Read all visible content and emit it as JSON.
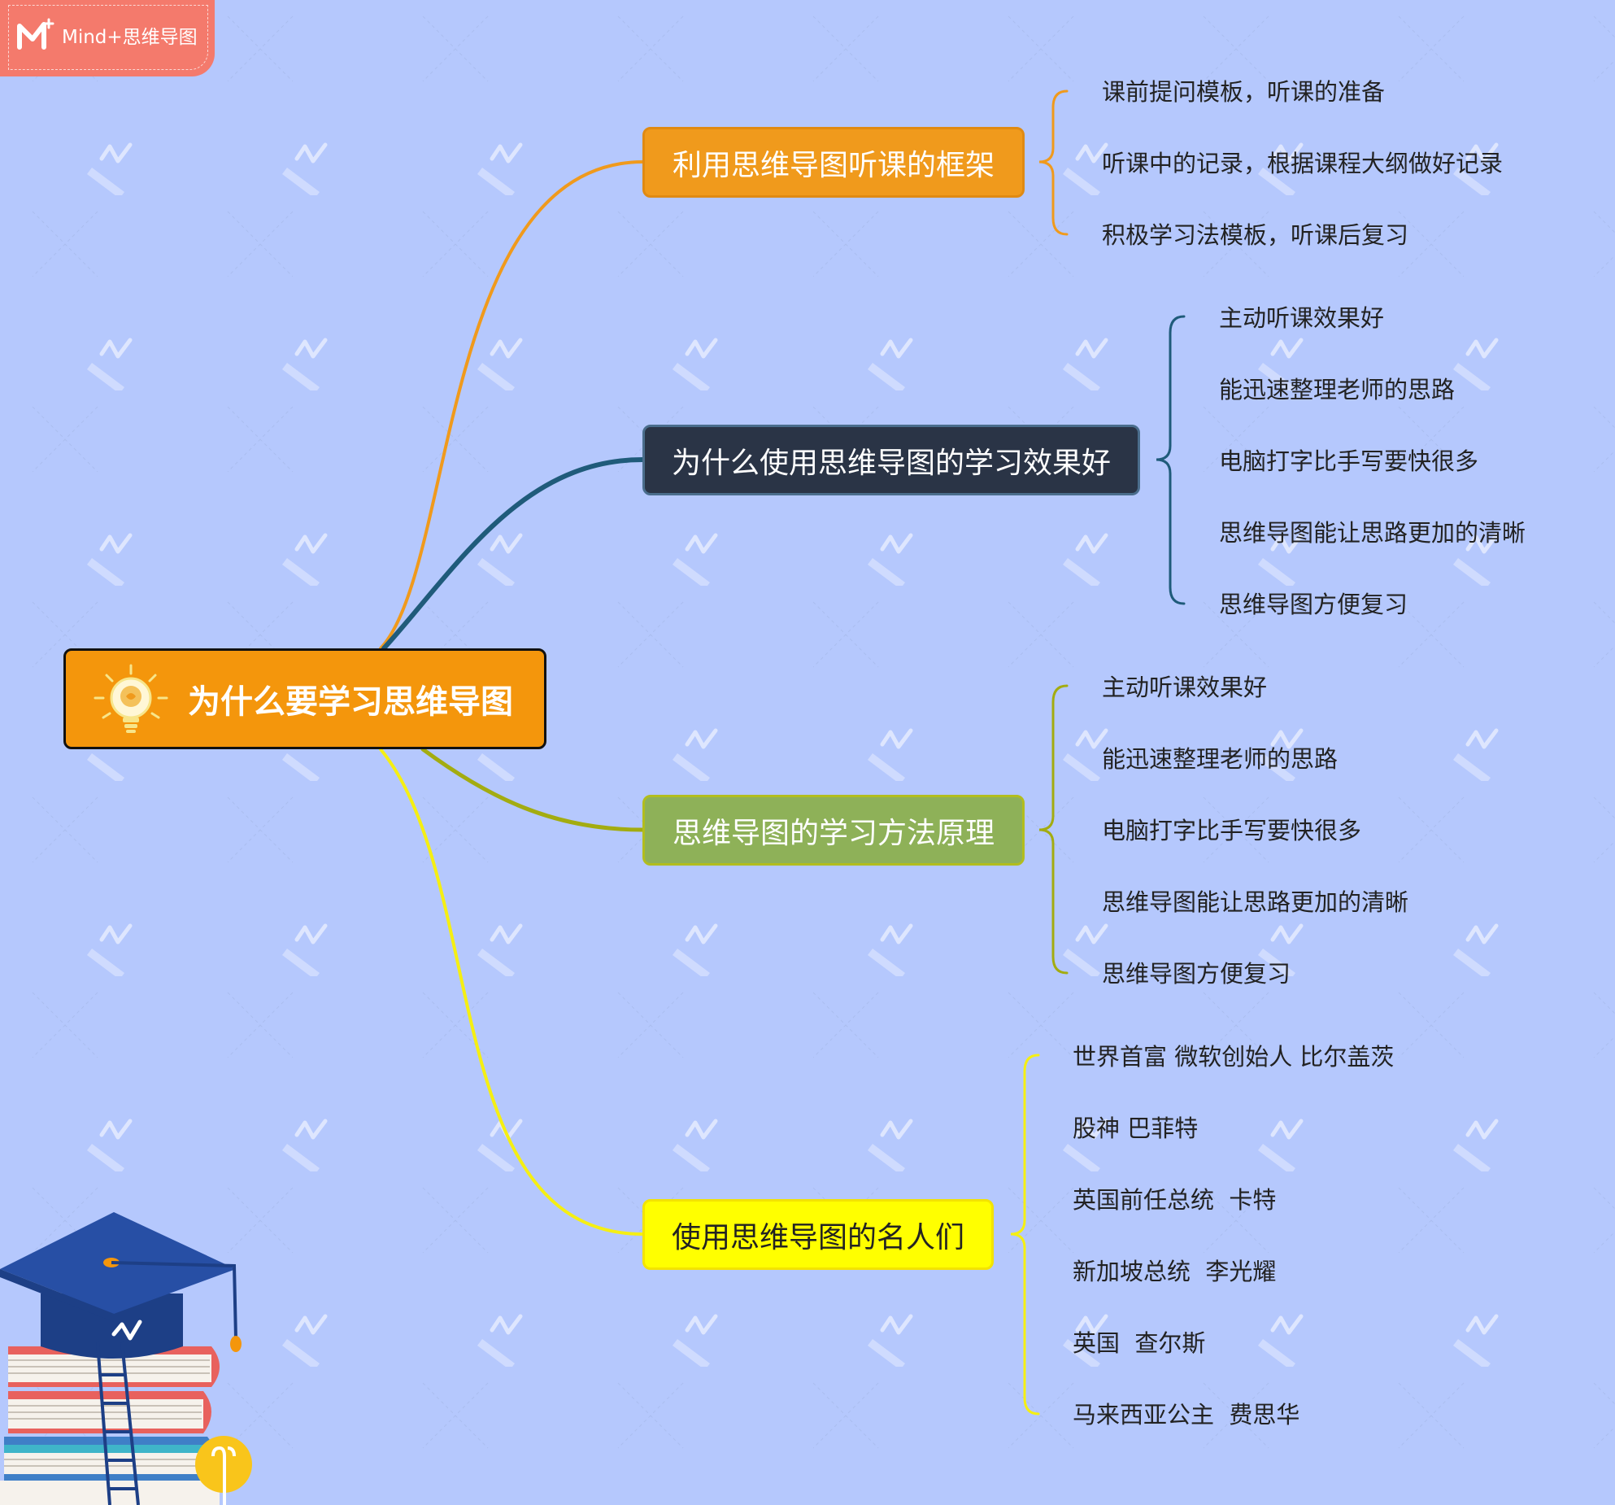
{
  "app": {
    "logo_text": "Mind+思维导图"
  },
  "root": {
    "label": "为什么要学习思维导图"
  },
  "colors": {
    "background": "#b5c8fd",
    "root": "#f4960c",
    "branch_1": "#f09a1c",
    "branch_2": "#2a3446",
    "branch_3": "#8eb158",
    "branch_4": "#ffff00",
    "connector_1": "#f09a1c",
    "connector_2": "#1f5b7a",
    "connector_3": "#a3ac10",
    "connector_4": "#f5ef13"
  },
  "branches": [
    {
      "label": "利用思维导图听课的框架",
      "children": [
        "课前提问模板，听课的准备",
        "听课中的记录，根据课程大纲做好记录",
        "积极学习法模板，听课后复习"
      ]
    },
    {
      "label": "为什么使用思维导图的学习效果好",
      "children": [
        "主动听课效果好",
        "能迅速整理老师的思路",
        "电脑打字比手写要快很多",
        "思维导图能让思路更加的清晰",
        "思维导图方便复习"
      ]
    },
    {
      "label": "思维导图的学习方法原理",
      "children": [
        "主动听课效果好",
        "能迅速整理老师的思路",
        "电脑打字比手写要快很多",
        "思维导图能让思路更加的清晰",
        "思维导图方便复习"
      ]
    },
    {
      "label": "使用思维导图的名人们",
      "children": [
        "世界首富 微软创始人 比尔盖茨",
        "股神 巴菲特",
        "英国前任总统  卡特",
        "新加坡总统  李光耀",
        "英国  查尔斯",
        "马来西亚公主  费思华"
      ]
    }
  ]
}
